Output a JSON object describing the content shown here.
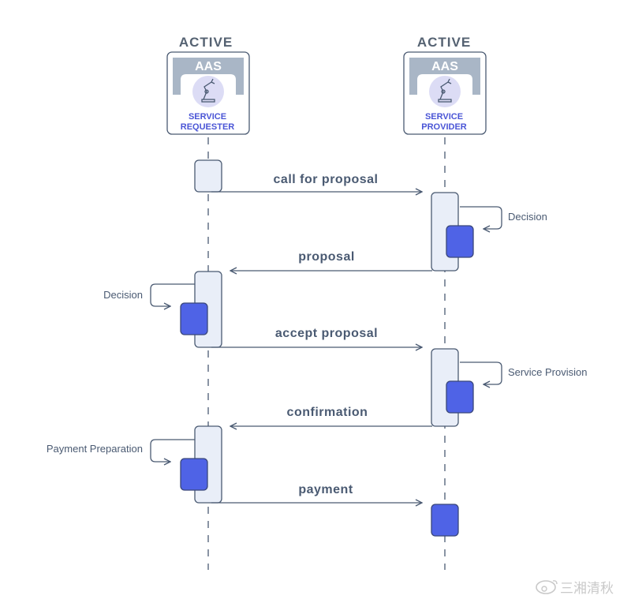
{
  "participants": {
    "requester": {
      "status": "ACTIVE",
      "badge": "AAS",
      "role_line1": "SERVICE",
      "role_line2": "REQUESTER",
      "icon": "robot-arm-icon"
    },
    "provider": {
      "status": "ACTIVE",
      "badge": "AAS",
      "role_line1": "SERVICE",
      "role_line2": "PROVIDER",
      "icon": "robot-arm-icon"
    }
  },
  "messages": {
    "call_for_proposal": "call for proposal",
    "proposal": "proposal",
    "accept_proposal": "accept proposal",
    "confirmation": "confirmation",
    "payment": "payment"
  },
  "notes": {
    "provider_decision": "Decision",
    "requester_decision": "Decision",
    "service_provision": "Service Provision",
    "payment_preparation": "Payment Preparation"
  },
  "watermark": "三湘清秋",
  "colors": {
    "process_fill": "#4f63e6",
    "activation_fill": "#e9eef8",
    "line": "#4a5a72",
    "badge_band": "#a9b6c6",
    "icon_circle": "#dcdcf5",
    "role_text": "#4a55d6"
  }
}
